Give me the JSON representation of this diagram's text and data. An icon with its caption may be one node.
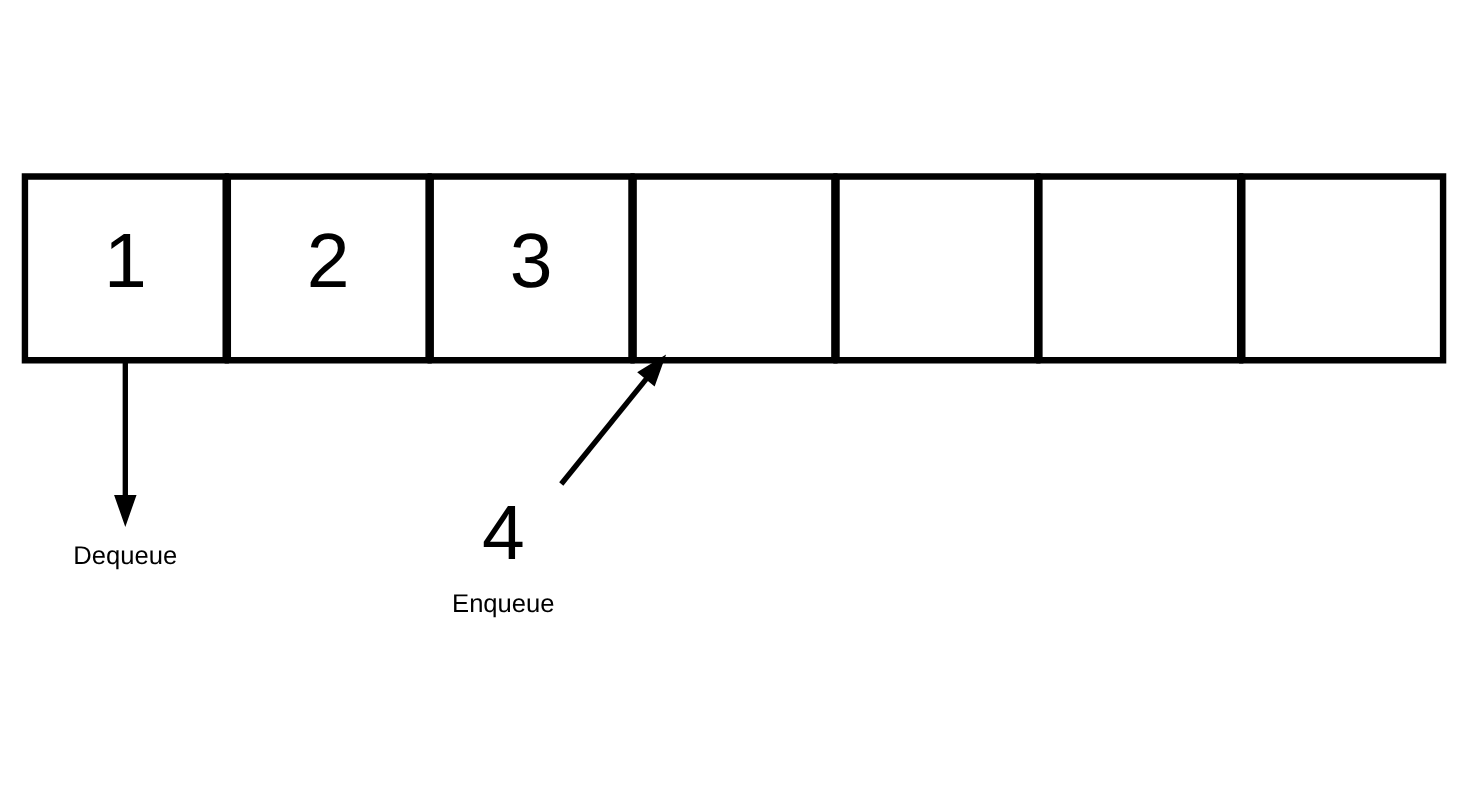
{
  "diagram": {
    "nodes": [
      {
        "text": [
          "1"
        ]
      },
      {
        "text": [
          "2"
        ]
      },
      {
        "text": [
          "3"
        ]
      },
      {
        "text": [],
        "shape": "box"
      },
      {
        "text": [],
        "shape": "box"
      },
      {
        "text": [],
        "shape": "box"
      },
      {
        "text": [],
        "shape": "box"
      },
      {
        "text": [
          "Dequeue"
        ]
      },
      {
        "text": [
          "4"
        ],
        "beside": [
          "Enqueue"
        ]
      }
    ],
    "edges": [
      {
        "from": 0,
        "to": 7,
        "arrow": "to"
      },
      {
        "from": 8,
        "to": 3,
        "arrow": "to"
      }
    ]
  }
}
